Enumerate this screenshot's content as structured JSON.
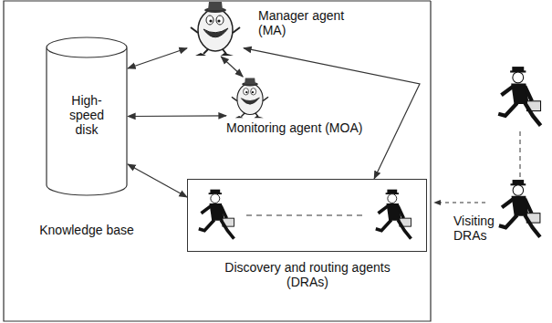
{
  "diagram": {
    "nodes": [
      {
        "text": [
          "Manager agent (MA)"
        ]
      },
      {
        "text": [
          "Monitoring agent (MOA)"
        ]
      },
      {
        "text": [
          "High-speed disk",
          "Knowledge base"
        ]
      },
      {
        "text": [
          "Discovery and routing agents (DRAs)"
        ]
      }
    ],
    "edges": [
      {
        "from": 0,
        "to": 2,
        "arrow": "both"
      },
      {
        "from": 0,
        "to": 1,
        "arrow": "both"
      },
      {
        "from": 2,
        "to": 1,
        "arrow": "both"
      },
      {
        "from": 2,
        "to": 3,
        "arrow": "both"
      },
      {
        "from": 3,
        "to": 0,
        "arrow": "both"
      }
    ],
    "labels": [
      "Visiting DRAs"
    ]
  }
}
